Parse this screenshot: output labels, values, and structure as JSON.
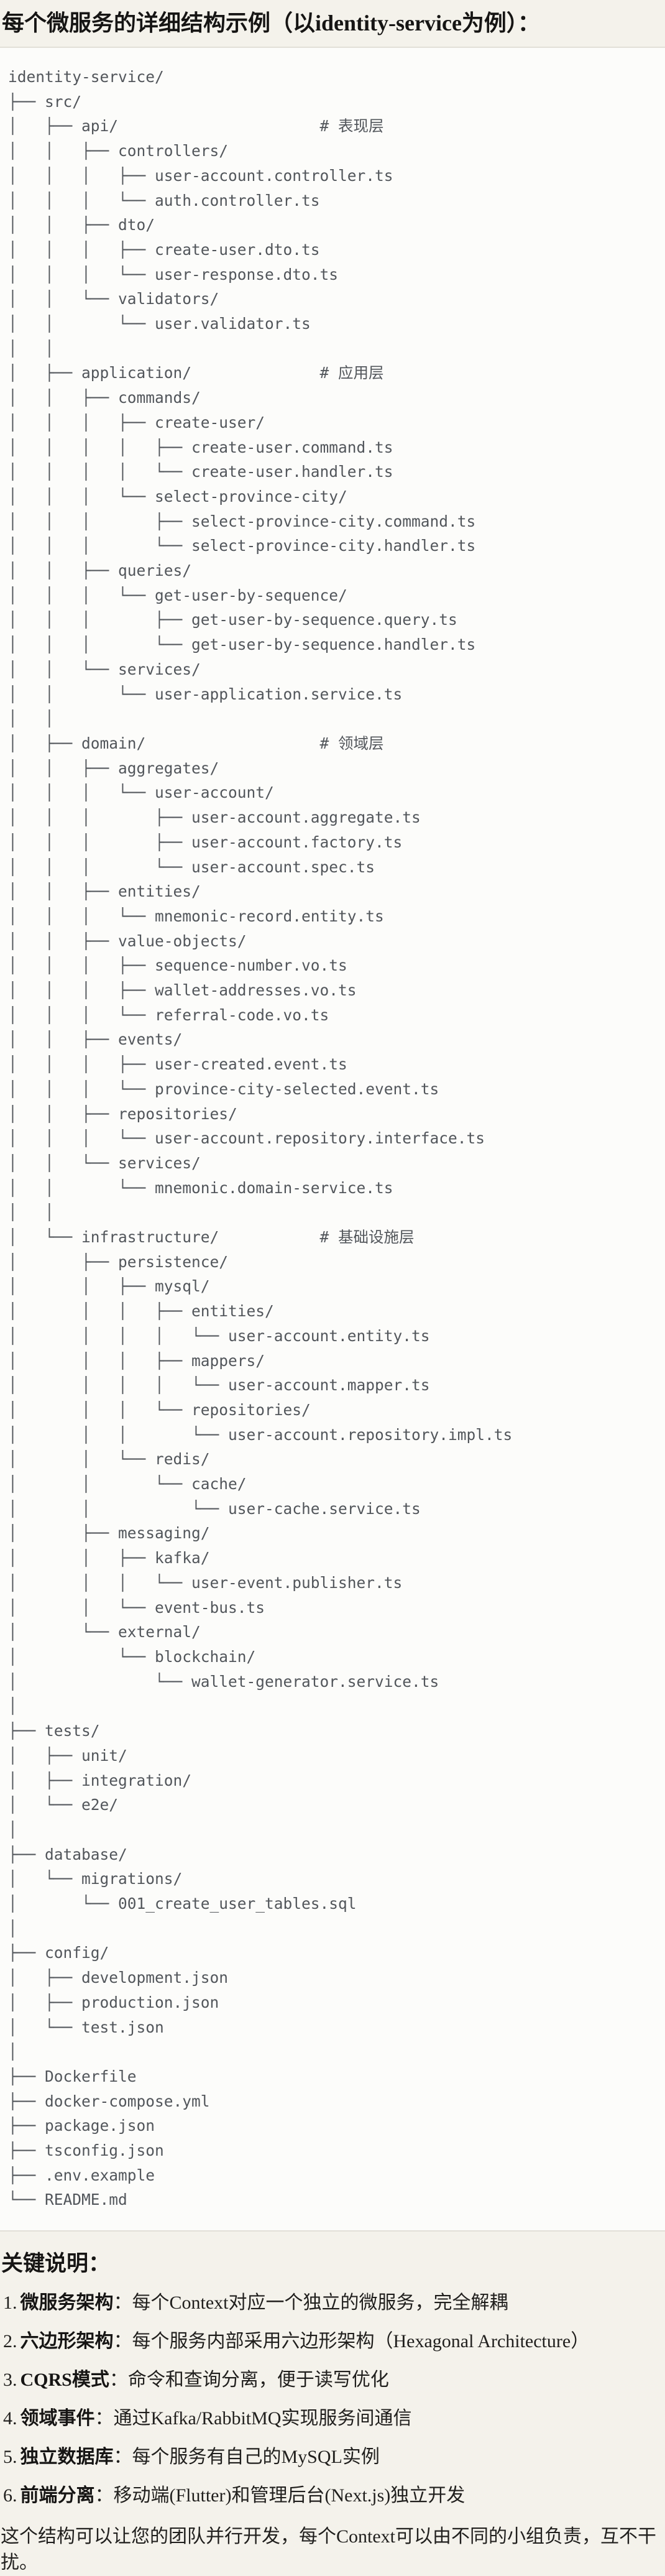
{
  "title": "每个微服务的详细结构示例（以identity-service为例）：",
  "colors": {
    "page_bg": "#f4f2eb",
    "code_bg": "#fcfcfa",
    "code_border": "#e2e0d8",
    "code_text": "#52565b",
    "heading_text": "#161514"
  },
  "tree": {
    "lines": [
      "identity-service/",
      "├── src/",
      "│   ├── api/                      # 表现层",
      "│   │   ├── controllers/",
      "│   │   │   ├── user-account.controller.ts",
      "│   │   │   └── auth.controller.ts",
      "│   │   ├── dto/",
      "│   │   │   ├── create-user.dto.ts",
      "│   │   │   └── user-response.dto.ts",
      "│   │   └── validators/",
      "│   │       └── user.validator.ts",
      "│   │",
      "│   ├── application/              # 应用层",
      "│   │   ├── commands/",
      "│   │   │   ├── create-user/",
      "│   │   │   │   ├── create-user.command.ts",
      "│   │   │   │   └── create-user.handler.ts",
      "│   │   │   └── select-province-city/",
      "│   │   │       ├── select-province-city.command.ts",
      "│   │   │       └── select-province-city.handler.ts",
      "│   │   ├── queries/",
      "│   │   │   └── get-user-by-sequence/",
      "│   │   │       ├── get-user-by-sequence.query.ts",
      "│   │   │       └── get-user-by-sequence.handler.ts",
      "│   │   └── services/",
      "│   │       └── user-application.service.ts",
      "│   │",
      "│   ├── domain/                   # 领域层",
      "│   │   ├── aggregates/",
      "│   │   │   └── user-account/",
      "│   │   │       ├── user-account.aggregate.ts",
      "│   │   │       ├── user-account.factory.ts",
      "│   │   │       └── user-account.spec.ts",
      "│   │   ├── entities/",
      "│   │   │   └── mnemonic-record.entity.ts",
      "│   │   ├── value-objects/",
      "│   │   │   ├── sequence-number.vo.ts",
      "│   │   │   ├── wallet-addresses.vo.ts",
      "│   │   │   └── referral-code.vo.ts",
      "│   │   ├── events/",
      "│   │   │   ├── user-created.event.ts",
      "│   │   │   └── province-city-selected.event.ts",
      "│   │   ├── repositories/",
      "│   │   │   └── user-account.repository.interface.ts",
      "│   │   └── services/",
      "│   │       └── mnemonic.domain-service.ts",
      "│   │",
      "│   └── infrastructure/           # 基础设施层",
      "│       ├── persistence/",
      "│       │   ├── mysql/",
      "│       │   │   ├── entities/",
      "│       │   │   │   └── user-account.entity.ts",
      "│       │   │   ├── mappers/",
      "│       │   │   │   └── user-account.mapper.ts",
      "│       │   │   └── repositories/",
      "│       │   │       └── user-account.repository.impl.ts",
      "│       │   └── redis/",
      "│       │       └── cache/",
      "│       │           └── user-cache.service.ts",
      "│       ├── messaging/",
      "│       │   ├── kafka/",
      "│       │   │   └── user-event.publisher.ts",
      "│       │   └── event-bus.ts",
      "│       └── external/",
      "│           └── blockchain/",
      "│               └── wallet-generator.service.ts",
      "│",
      "├── tests/",
      "│   ├── unit/",
      "│   ├── integration/",
      "│   └── e2e/",
      "│",
      "├── database/",
      "│   └── migrations/",
      "│       └── 001_create_user_tables.sql",
      "│",
      "├── config/",
      "│   ├── development.json",
      "│   ├── production.json",
      "│   └── test.json",
      "│",
      "├── Dockerfile",
      "├── docker-compose.yml",
      "├── package.json",
      "├── tsconfig.json",
      "├── .env.example",
      "└── README.md"
    ]
  },
  "notes": {
    "heading": "关键说明：",
    "items": [
      {
        "number": "1.",
        "label": "微服务架构",
        "separator": "：",
        "text": "每个Context对应一个独立的微服务，完全解耦"
      },
      {
        "number": "2.",
        "label": "六边形架构",
        "separator": "：",
        "text": "每个服务内部采用六边形架构（Hexagonal Architecture）"
      },
      {
        "number": "3.",
        "label": "CQRS模式",
        "separator": "：",
        "text": "命令和查询分离，便于读写优化"
      },
      {
        "number": "4.",
        "label": "领域事件",
        "separator": "：",
        "text": "通过Kafka/RabbitMQ实现服务间通信"
      },
      {
        "number": "5.",
        "label": "独立数据库",
        "separator": "：",
        "text": "每个服务有自己的MySQL实例"
      },
      {
        "number": "6.",
        "label": "前端分离",
        "separator": "：",
        "text": "移动端(Flutter)和管理后台(Next.js)独立开发"
      }
    ]
  },
  "closing": "这个结构可以让您的团队并行开发，每个Context可以由不同的小组负责，互不干扰。"
}
